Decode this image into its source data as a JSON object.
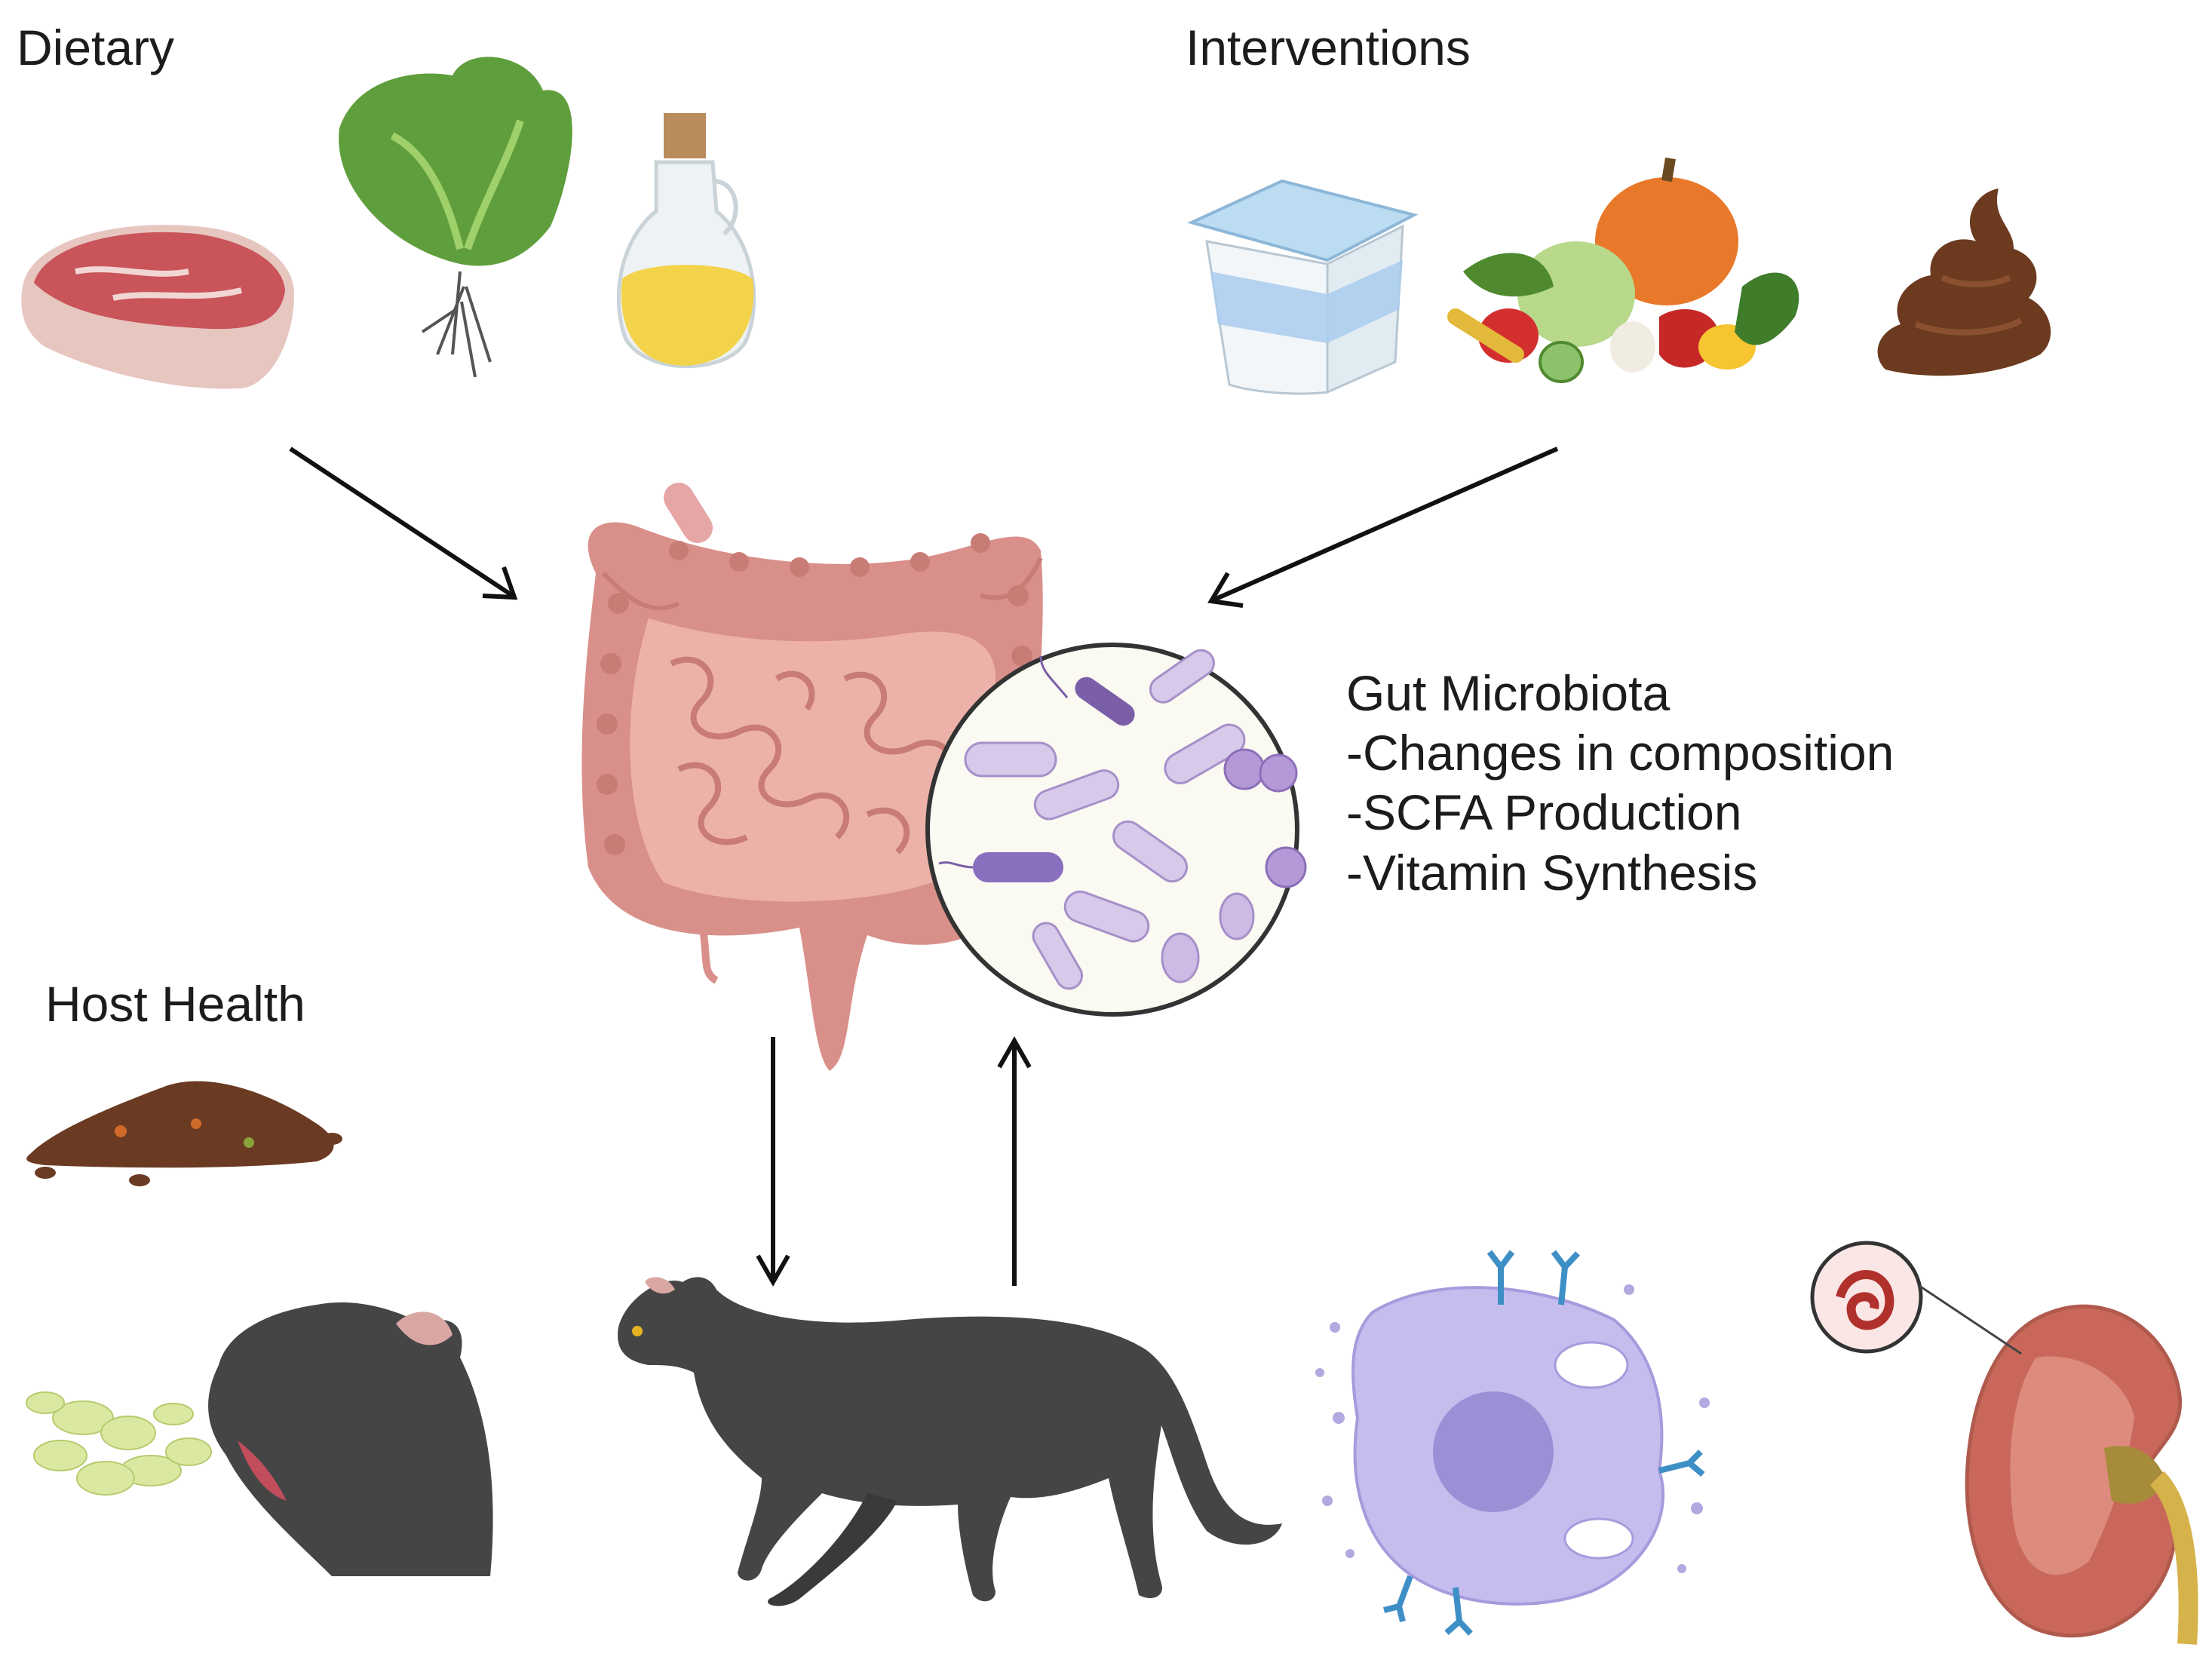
{
  "labels": {
    "dietary": "Dietary",
    "interventions": "Interventions",
    "host_health": "Host Health"
  },
  "gut_microbiota": {
    "title": "Gut Microbiota",
    "items": [
      "-Changes in composition",
      "-SCFA Production",
      "-Vitamin Synthesis"
    ]
  },
  "icons": {
    "dietary": [
      "meat-steak-icon",
      "lettuce-icon",
      "oil-bottle-icon"
    ],
    "interventions": [
      "yogurt-cup-icon",
      "vegetables-icon",
      "feces-icon"
    ],
    "center": [
      "intestine-icon",
      "bacteria-magnifier-icon"
    ],
    "host_health": [
      "diarrhea-stool-icon",
      "vomiting-cat-icon",
      "walking-cat-icon",
      "immune-cell-icon",
      "kidney-icon"
    ]
  },
  "colors": {
    "meat": "#c9545a",
    "lettuce": "#5f9e3c",
    "oil": "#f2d34a",
    "intestine": "#d9908a",
    "bacteria": "#b7a3d6",
    "cat": "#454545",
    "immune_cell": "#b9b2e6",
    "kidney": "#c9685a",
    "arrow": "#111111"
  }
}
